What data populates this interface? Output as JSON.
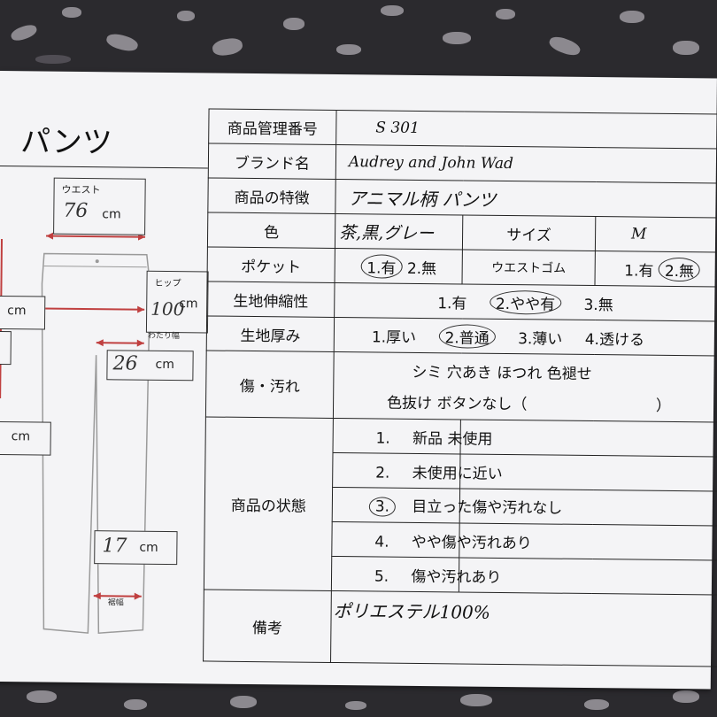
{
  "title": "パンツ",
  "measurements": {
    "waist_label": "ウエスト",
    "waist_value": "76",
    "hip_label": "ヒップ",
    "hip_value": "100",
    "rise_label": "わたり幅",
    "rise_value": "26",
    "hem_label": "裾幅",
    "hem_value": "17",
    "unit": "cm"
  },
  "table": {
    "product_id_label": "商品管理番号",
    "product_id": "S 301",
    "brand_label": "ブランド名",
    "brand": "Audrey and John Wad",
    "feature_label": "商品の特徴",
    "feature": "アニマル柄 パンツ",
    "color_label": "色",
    "color": "茶,黒,グレー",
    "size_label": "サイズ",
    "size": "M",
    "pocket_label": "ポケット",
    "pocket_opt1": "1.有",
    "pocket_opt2": "2.無",
    "waist_rubber_label": "ウエストゴム",
    "waist_rubber_opt1": "1.有",
    "waist_rubber_opt2": "2.無",
    "stretch_label": "生地伸縮性",
    "stretch_opt1": "1.有",
    "stretch_opt2": "2.やや有",
    "stretch_opt3": "3.無",
    "thickness_label": "生地厚み",
    "thickness_opt1": "1.厚い",
    "thickness_opt2": "2.普通",
    "thickness_opt3": "3.薄い",
    "thickness_opt4": "4.透ける",
    "damage_label": "傷・汚れ",
    "damage_line1": "シミ 穴あき ほつれ 色褪せ",
    "damage_line2": "色抜け ボタンなし（",
    "damage_close": "）",
    "condition_label": "商品の状態",
    "conditions": [
      {
        "num": "1.",
        "text": "新品 未使用"
      },
      {
        "num": "2.",
        "text": "未使用に近い"
      },
      {
        "num": "3.",
        "text": "目立った傷や汚れなし"
      },
      {
        "num": "4.",
        "text": "やや傷や汚れあり"
      },
      {
        "num": "5.",
        "text": "傷や汚れあり"
      }
    ],
    "note_label": "備考",
    "note": "ポリエステル100%"
  }
}
